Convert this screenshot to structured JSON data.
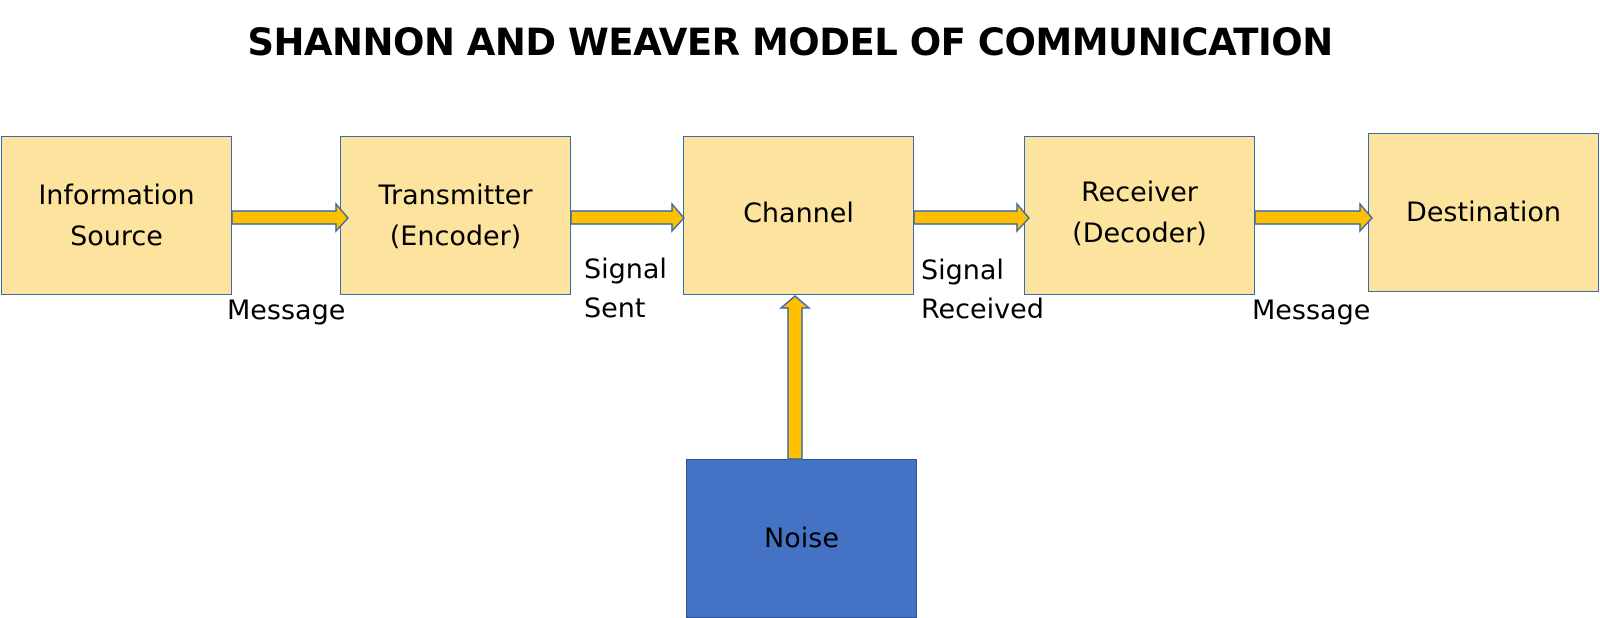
{
  "title": "SHANNON AND WEAVER MODEL OF COMMUNICATION",
  "colors": {
    "stage_fill": "#fde49e",
    "stage_border": "#3c6aa8",
    "noise_fill": "#4472c4",
    "arrow_fill": "#ffc000",
    "arrow_border": "#3c6aa8"
  },
  "nodes": {
    "information_source": [
      "Information",
      "Source"
    ],
    "transmitter": [
      "Transmitter",
      "(Encoder)"
    ],
    "channel": [
      "Channel"
    ],
    "receiver": [
      "Receiver",
      "(Decoder)"
    ],
    "destination": [
      "Destination"
    ],
    "noise": [
      "Noise"
    ]
  },
  "edges": [
    {
      "from": "Information Source",
      "to": "Transmitter (Encoder)",
      "label": [
        "Message"
      ]
    },
    {
      "from": "Transmitter (Encoder)",
      "to": "Channel",
      "label": [
        "Signal",
        "Sent"
      ]
    },
    {
      "from": "Channel",
      "to": "Receiver (Decoder)",
      "label": [
        "Signal",
        "Received"
      ]
    },
    {
      "from": "Receiver (Decoder)",
      "to": "Destination",
      "label": [
        "Message"
      ]
    },
    {
      "from": "Noise",
      "to": "Channel",
      "label": []
    }
  ]
}
